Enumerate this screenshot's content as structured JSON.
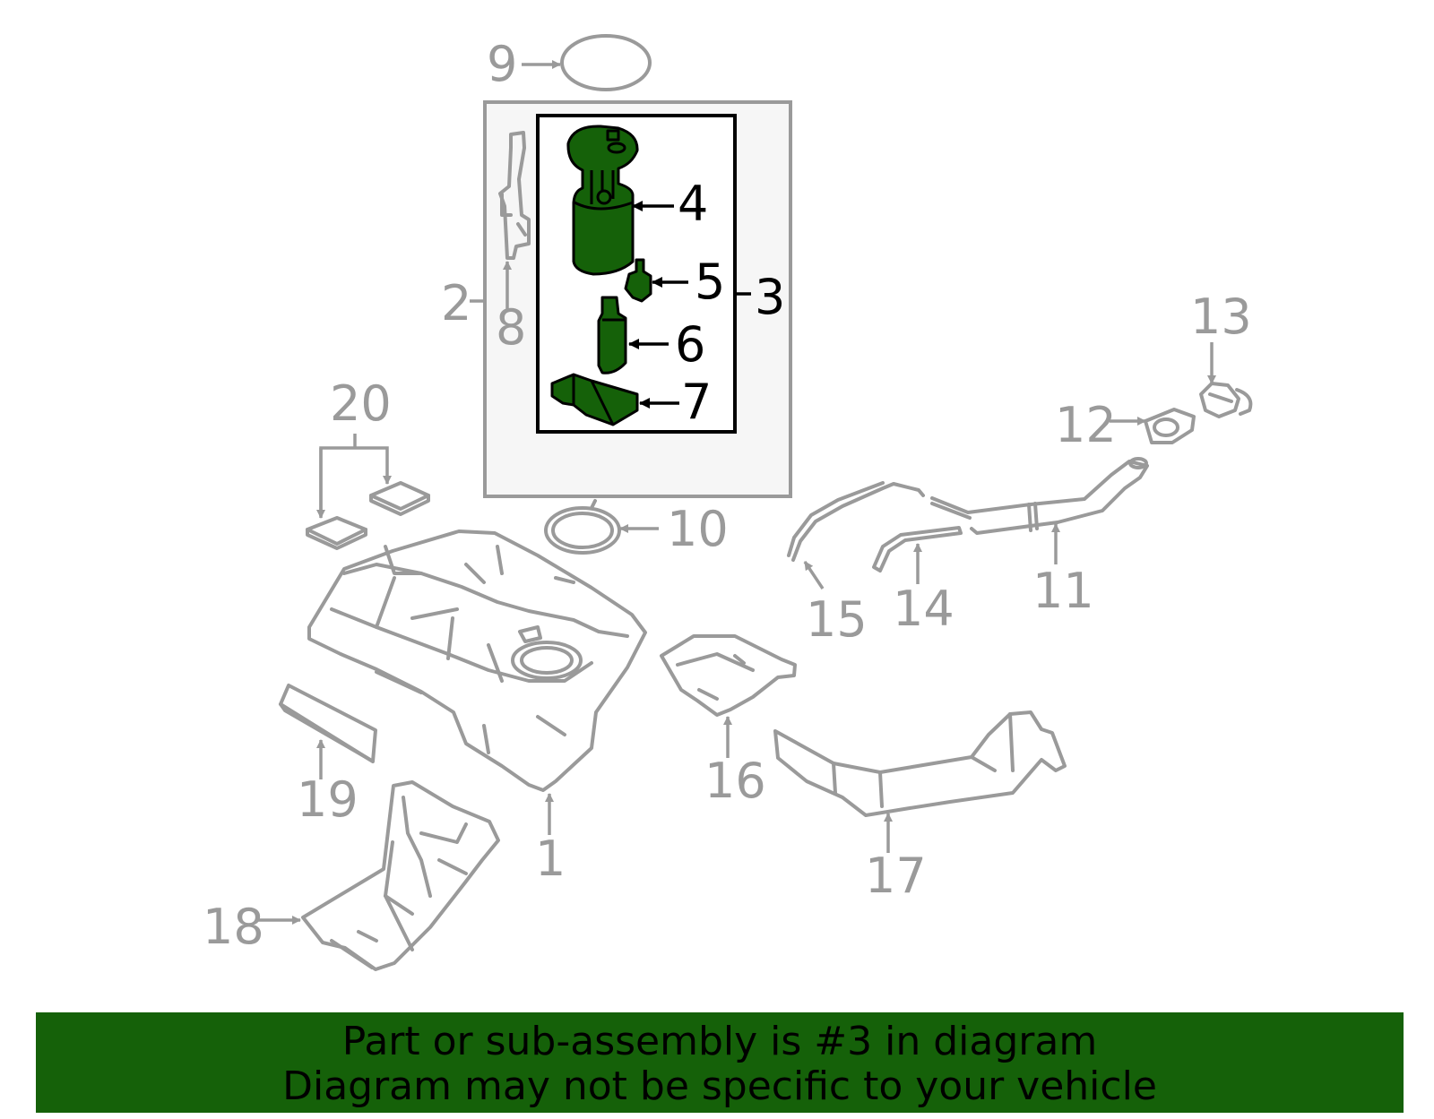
{
  "diagram": {
    "callouts": {
      "c1": "1",
      "c2": "2",
      "c3": "3",
      "c4": "4",
      "c5": "5",
      "c6": "6",
      "c7": "7",
      "c8": "8",
      "c9": "9",
      "c10": "10",
      "c11": "11",
      "c12": "12",
      "c13": "13",
      "c14": "14",
      "c15": "15",
      "c16": "16",
      "c17": "17",
      "c18": "18",
      "c19": "19",
      "c20": "20"
    },
    "highlight_color": "#156109",
    "part_line_color": "#9a9a9a",
    "highlighted_part": "3"
  },
  "banner": {
    "line1": "Part or sub-assembly is #3 in diagram",
    "line2": "Diagram may not be specific to your vehicle",
    "background": "#156109"
  }
}
